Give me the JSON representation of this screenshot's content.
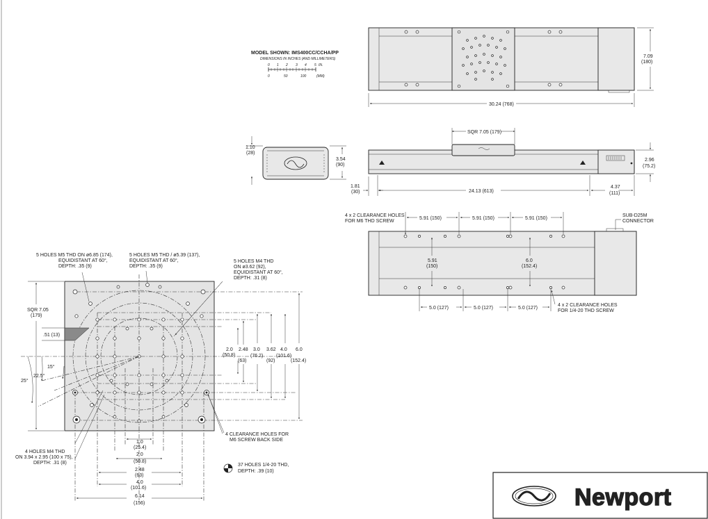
{
  "model": {
    "title": "MODEL SHOWN: IMS400CC/CCHA/PP",
    "subtitle": "DIMENSIONS IN INCHES (AND MILLIMETERS)",
    "scale_in_ticks": [
      "0",
      "1",
      "2",
      "3",
      "4",
      "5"
    ],
    "scale_in_unit": "IN.",
    "scale_mm_ticks": [
      "0",
      "50",
      "100"
    ],
    "scale_mm_unit": "(MM)"
  },
  "top_view": {
    "height": "7.09",
    "height_mm": "(180)",
    "length": "30.24 (768)"
  },
  "side_view": {
    "carriage": "SQR 7.05 (179)",
    "top_offset": "1.10",
    "top_offset_mm": "(28)",
    "end_height": "3.54",
    "end_height_mm": "(90)",
    "left_offset": "1.81",
    "left_offset_mm": "(30)",
    "travel": "24.13 (613)",
    "motor_len": "4.37",
    "motor_len_mm": "(111)",
    "motor_height": "2.96",
    "motor_height_mm": "(75.2)"
  },
  "bottom_view": {
    "m6_note": [
      "4 x 2 CLEARANCE HOLES",
      "FOR M6 THD SCREW"
    ],
    "spacing_top": [
      "5.91 (150)",
      "5.91 (150)",
      "5.91 (150)"
    ],
    "connector": [
      "SUB-D25M",
      "CONNECTOR"
    ],
    "vert_a": "5.91",
    "vert_a_mm": "(150)",
    "vert_b": "6.0",
    "vert_b_mm": "(152.4)",
    "spacing_bottom": [
      "5.0 (127)",
      "5.0 (127)",
      "5.0 (127)"
    ],
    "quarter_note": [
      "4 x 2 CLEARANCE HOLES",
      "FOR 1/4-20 THD SCREW"
    ]
  },
  "carriage_view": {
    "note1": [
      "5 HOLES M5 THD ON ø6.85 (174),",
      "EQUIDISTANT AT 60°,",
      "DEPTH: .35 (9)"
    ],
    "note2": [
      "5 HOLES M5 THD / ø5.39 (137),",
      "EQUIDISTANT AT 60°,",
      "DEPTH: .35 (9)"
    ],
    "note3": [
      "5 HOLES M4 THD",
      "ON ø3.62 (92),",
      "EQUIDISTANT AT 60°,",
      "DEPTH: .31 (8)"
    ],
    "sqr": "SQR 7.05",
    "sqr_mm": "(179)",
    "inset": ".51 (13)",
    "angle_15": "15°",
    "angle_225": "22.5°",
    "angle_25": "25°",
    "v20": "2.0",
    "v20_mm": "(50.8)",
    "v248": "2.48",
    "v248_mm": "(63)",
    "v30": "3.0",
    "v30_mm": "(76.2)",
    "v362": "3.62",
    "v362_mm": "(92)",
    "v40": "4.0",
    "v40_mm": "(101.6)",
    "v60": "6.0",
    "v60_mm": "(152.4)",
    "h10": "1.0",
    "h10_mm": "(25.4)",
    "h20": "2.0",
    "h20_mm": "(50.8)",
    "h248": "2.48",
    "h248_mm": "(63)",
    "h40": "4.0",
    "h40_mm": "(101.6)",
    "h614": "6.14",
    "h614_mm": "(156)",
    "m4_note": [
      "4 HOLES M4 THD",
      "ON 3.94 x 2.95 (100 x 75),",
      "DEPTH: .31 (8)"
    ],
    "m6_back": [
      "4 CLEARANCE HOLES FOR",
      "M6 SCREW BACK SIDE"
    ],
    "quarter_note": [
      "37 HOLES 1/4-20 THD,",
      "DEPTH: .39 (10)"
    ]
  },
  "brand": {
    "name": "Newport",
    "color": "#222222"
  }
}
